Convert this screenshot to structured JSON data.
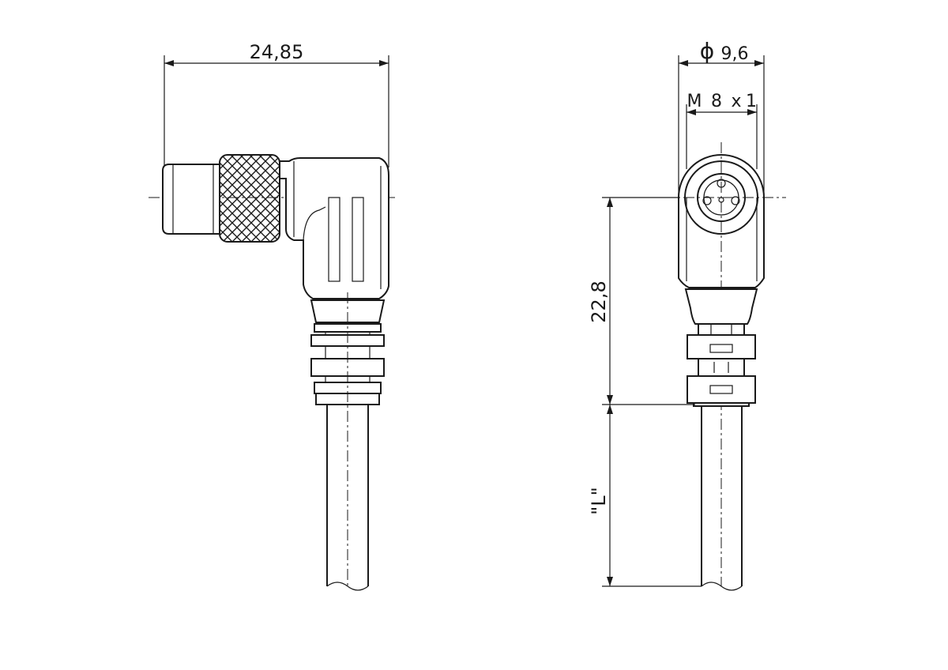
{
  "dimensions": {
    "overall_length": "24,85",
    "diameter_value": "9,6",
    "diameter_symbol": "ϕ",
    "thread_m": "M",
    "thread_size": "8",
    "thread_x": "x",
    "thread_pitch": "1",
    "height": "22,8",
    "cable_length": "\"L\""
  },
  "colors": {
    "line": "#1a1a1a",
    "background": "#ffffff"
  }
}
